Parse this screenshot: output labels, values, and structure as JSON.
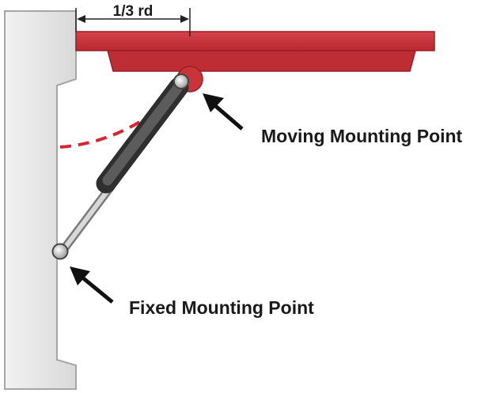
{
  "diagram": {
    "dimension_label": "1/3 rd",
    "moving_point_label": "Moving Mounting Point",
    "fixed_point_label": "Fixed Mounting Point"
  },
  "colors": {
    "lid": "#c9333a",
    "lid_shade": "#a82229",
    "wall": "#e8e8e8",
    "wall_stroke": "#a6a6a6",
    "strut_cylinder": "#4a4a4a",
    "strut_rod": "#bfbfbf",
    "arc": "#d9262e",
    "arrow": "#111111"
  }
}
